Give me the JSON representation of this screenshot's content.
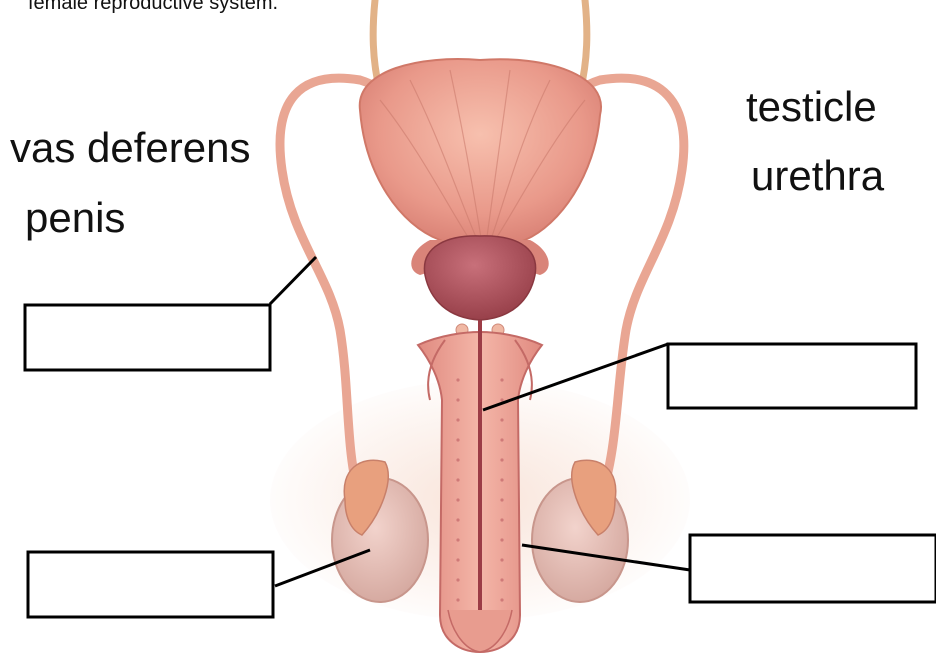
{
  "caption": "female reproductive system.",
  "word_bank": {
    "vas_deferens": "vas deferens",
    "penis": "penis",
    "testicle": "testicle",
    "urethra": "urethra"
  },
  "answer_boxes": [
    {
      "id": "upper-left",
      "value": ""
    },
    {
      "id": "middle-right",
      "value": ""
    },
    {
      "id": "lower-left",
      "value": ""
    },
    {
      "id": "lower-right",
      "value": ""
    }
  ],
  "colors": {
    "skin": "#f0b8a4",
    "tissue": "#e39083",
    "tissue_dark": "#c46a66",
    "prostate": "#b8565e",
    "text": "#111111",
    "box_stroke": "#000000"
  }
}
